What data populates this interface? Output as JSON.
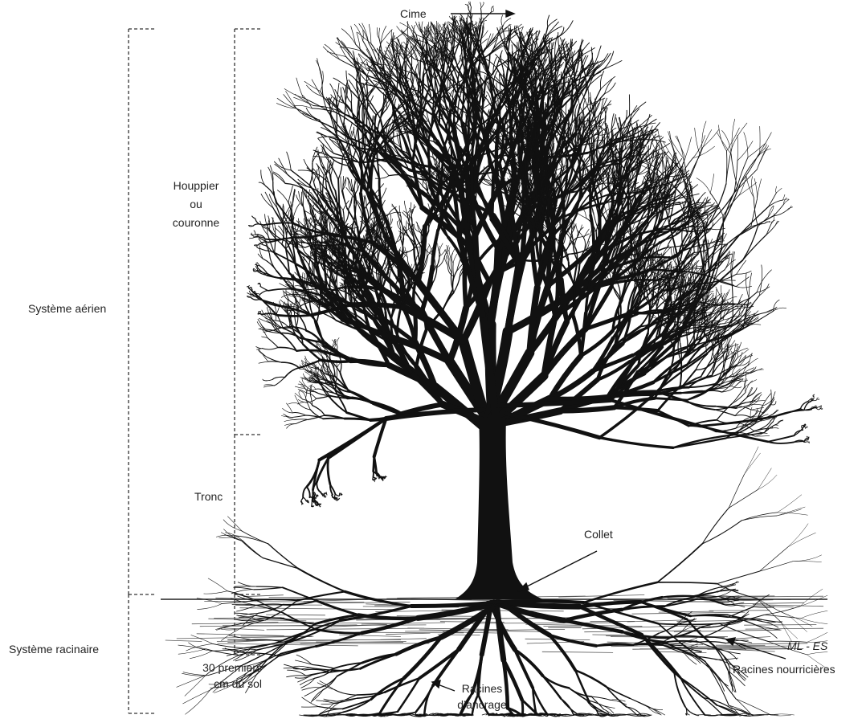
{
  "labels": {
    "cime": "Cime",
    "houppier_line1": "Houppier",
    "houppier_line2": "ou",
    "houppier_line3": "couronne",
    "systeme_aerien": "Système aérien",
    "tronc": "Tronc",
    "collet": "Collet",
    "systeme_racinaire": "Système racinaire",
    "trente_line1": "30 premiers",
    "trente_line2": "cm du sol",
    "racines_ancrage_line1": "Racines",
    "racines_ancrage_line2": "d’ancrage",
    "racines_nourricieres": "Racines nourricières",
    "signature": "ML - ES"
  },
  "colors": {
    "ink": "#111111",
    "text": "#222222",
    "bracket": "#333333"
  }
}
